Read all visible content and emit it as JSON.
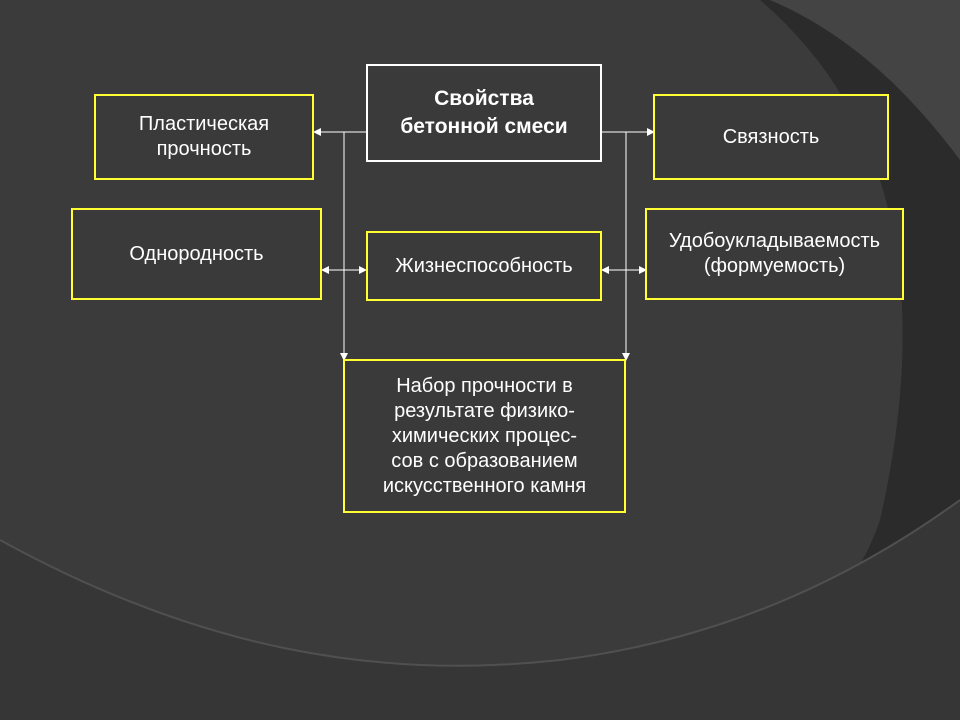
{
  "diagram": {
    "center": "Свойства\nбетонной смеси",
    "plastic_strength": "Пластическая\nпрочность",
    "cohesion": "Связность",
    "homogeneity": "Однородность",
    "viability": "Жизнеспособность",
    "workability": "Удобоукладываемость\n(формуемость)",
    "strength_gain": "Набор прочности в\nрезультате физико-\nхимических процес-\nсов с образованием\nискусственного камня"
  },
  "colors": {
    "background": "#2b2b2b",
    "box_fill": "#3a3a3a",
    "box_border": "#ffff33",
    "center_border": "#ffffff",
    "text": "#ffffff",
    "connector": "#ffffff"
  }
}
